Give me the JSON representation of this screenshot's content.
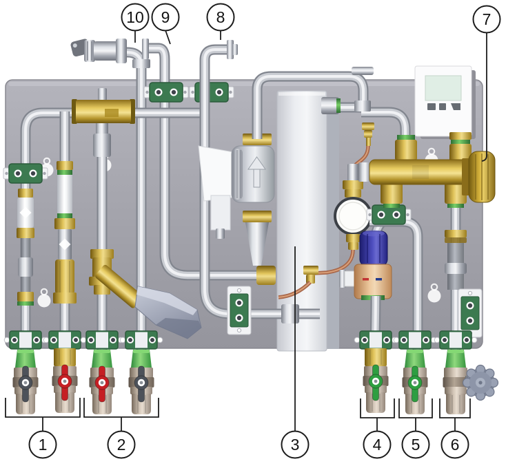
{
  "diagram": {
    "callouts": [
      {
        "n": "1"
      },
      {
        "n": "2"
      },
      {
        "n": "3"
      },
      {
        "n": "4"
      },
      {
        "n": "5"
      },
      {
        "n": "6"
      },
      {
        "n": "7"
      },
      {
        "n": "8"
      },
      {
        "n": "9"
      },
      {
        "n": "10"
      }
    ],
    "colors": {
      "backplate": "#a4a4ac",
      "bracket_green": "#3c7a50",
      "brass": "#c9a227",
      "chrome": "#c9ccd2",
      "copper": "#a8674a",
      "valve_handle_red": "#c51f24",
      "valve_handle_gray": "#4d525a",
      "valve_handle_green": "#2e9e41",
      "tmv_cap_blue": "#32329b",
      "controller_display": "#e0eee5",
      "heat_exchanger": "#eceef2"
    }
  }
}
